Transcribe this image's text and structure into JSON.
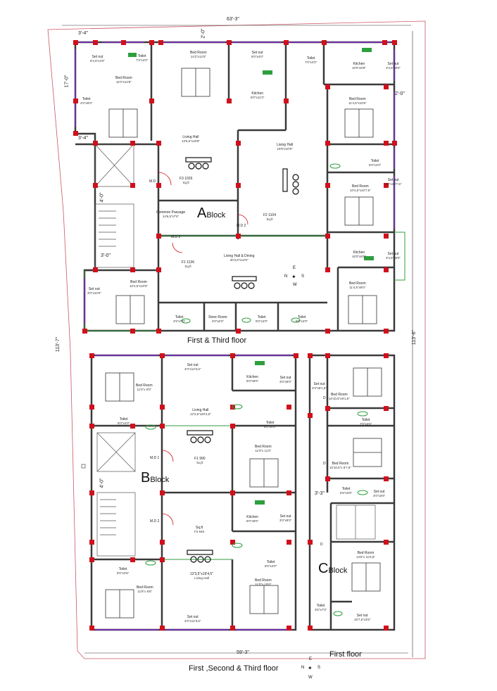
{
  "dimensions": {
    "top_width": "63'-3\"",
    "bottom_width": "59'-3\"",
    "left_height": "113'-7\"",
    "right_height": "113'-6\"",
    "top_left_1": "3'-4\"",
    "top_left_2": "2'-0\"",
    "left_side_1": "17'-0\"",
    "left_side_2": "3'-4\"",
    "right_side": "2'-0\"",
    "stair_1": "4'-0\"",
    "stair_2": "3'-0\"",
    "stair_b": "4'-0\"",
    "c_block_dim": "3'-3\""
  },
  "block_a": {
    "title_letter": "A",
    "title_word": "Block",
    "caption": "First & Third floor",
    "rooms": {
      "setout1": {
        "name": "Set out",
        "size": "8'4,5\"x4'0\""
      },
      "toilet1": {
        "name": "Toilet",
        "size": "7'3\"x4'0\""
      },
      "bedroom1": {
        "name": "Bed Room",
        "size": "14'2\"x12'0\""
      },
      "setout2": {
        "name": "Set out",
        "size": "8'0\"x4'0\""
      },
      "toilet2": {
        "name": "Toilet",
        "size": "7'0\"x4'0\""
      },
      "kitchen1": {
        "name": "Kitchen",
        "size": "10'0\"x8'8\""
      },
      "setout3": {
        "name": "Set out",
        "size": "3'4,5\"x8'0\""
      },
      "bedroom2": {
        "name": "Bed Room",
        "size": "11'0\"x14'8\""
      },
      "toilet3": {
        "name": "Toilet",
        "size": "4'0\"x8'0\""
      },
      "kitchen2": {
        "name": "Kitchen",
        "size": "8'0\"x11'3\""
      },
      "bedroom3": {
        "name": "Bed Room",
        "size": "11'4,5\"x10'6\""
      },
      "living1": {
        "name": "Living Hall",
        "size": "13'6,5\"x16'8\""
      },
      "living2": {
        "name": "Living Hall",
        "size": "15'9\"x10'9\""
      },
      "toilet4": {
        "name": "Toilet",
        "size": "8'0\"x4'0\""
      },
      "setout4": {
        "name": "Set out",
        "size": "3'0\"x10'7,5\""
      },
      "f3": {
        "name": "F3 1026",
        "size": "Sq,ft"
      },
      "md1": {
        "name": "M.D",
        "size": ""
      },
      "bedroom4": {
        "name": "Bed Room",
        "size": "10'4,5\"x10'7,5\""
      },
      "passage": {
        "name": "Common Passage",
        "size": "14'6,5\"x7'5\""
      },
      "f2": {
        "name": "F2 1104",
        "size": "Sq,ft"
      },
      "md2": {
        "name": "M.D 2",
        "size": ""
      },
      "md3": {
        "name": "M.D 3",
        "size": ""
      },
      "kitchen3": {
        "name": "Kitchen",
        "size": "10'0\"x8'0\""
      },
      "setout5": {
        "name": "Set out",
        "size": "3'4,5\"x8'0\""
      },
      "f1": {
        "name": "F1 1136",
        "size": "Sq,ft"
      },
      "living3": {
        "name": "Living Hall & Dining",
        "size": "30'3,5\"x12'0\""
      },
      "bedroom5": {
        "name": "Bed Room",
        "size": "10'4,5\"x10'0\""
      },
      "setout6": {
        "name": "Set out",
        "size": "3'0\"x10'0\""
      },
      "bedroom6": {
        "name": "Bed Room",
        "size": "11'4,5\"x9'0\""
      },
      "toilet5": {
        "name": "Toilet",
        "size": "4'5\"x7'0\""
      },
      "store": {
        "name": "Store Room",
        "size": "4'0\"x6'3\""
      },
      "toilet6": {
        "name": "Toilet",
        "size": "8'0\"x4'0\""
      },
      "toilet7": {
        "name": "Toilet",
        "size": "8'0\"x4'0\""
      }
    }
  },
  "block_b": {
    "title_letter": "B",
    "title_word": "Block",
    "rooms": {
      "setout1": {
        "name": "Set out",
        "size": "4'0\"x12'3,5\""
      },
      "kitchen1": {
        "name": "Kitchen",
        "size": "8'0\"x9'0\""
      },
      "setout2": {
        "name": "Set out",
        "size": "3'0\"x9'0\""
      },
      "bedroom1": {
        "name": "Bed Room",
        "size": "11'0\"x 9'0\""
      },
      "living1": {
        "name": "Living Hall",
        "size": "12'3,5\"x20'4,5\""
      },
      "toilet1": {
        "name": "Toilet",
        "size": "8'0\"x4'0\""
      },
      "toilet2": {
        "name": "Toilet",
        "size": "8'0\"x4'0\""
      },
      "bedroom2": {
        "name": "Bed Room",
        "size": "11'0\"x 11'0\""
      },
      "f1": {
        "name": "F1 990",
        "size": "Sq,ft"
      },
      "md1": {
        "name": "M.D 1",
        "size": ""
      },
      "kitchen2": {
        "name": "Kitchen",
        "size": "8'0\"x9'0\""
      },
      "setout3": {
        "name": "Set out",
        "size": "3'0\"x9'0\""
      },
      "md2": {
        "name": "M.D 2",
        "size": ""
      },
      "f2": {
        "name": "Sq,ft",
        "size": "F2 945"
      },
      "toilet3": {
        "name": "Toilet",
        "size": "8'0\"x3'6\""
      },
      "toilet4": {
        "name": "Toilet",
        "size": "8'0\"x4'0\""
      },
      "living2": {
        "name": "12'3,5\"x19'4,5\"",
        "size": "Living Hall"
      },
      "bedroom3": {
        "name": "Bed Room",
        "size": "11'0\"x 10'0\""
      },
      "bedroom4": {
        "name": "Bed Room",
        "size": "11'8\"x 8'6\""
      },
      "setout4": {
        "name": "Set out",
        "size": "4'0\"x12'3,5\""
      }
    }
  },
  "block_c": {
    "title_letter": "C",
    "title_word": "Block",
    "caption": "First floor",
    "rooms": {
      "setout1": {
        "name": "Set out",
        "size": "3'3\"x9'1,5\""
      },
      "bedroom1": {
        "name": "Bed Room",
        "size": "10'10,5\"x9'1,5\""
      },
      "toilet1": {
        "name": "Toilet",
        "size": "7'0\"x3'6\""
      },
      "bedroom2": {
        "name": "Bed Room",
        "size": "10'10,5\"x 8'7,5\""
      },
      "d1": {
        "name": "D",
        "size": ""
      },
      "d2": {
        "name": "D",
        "size": ""
      },
      "toilet2": {
        "name": "Toilet",
        "size": "6'6\"x3'6\""
      },
      "setout2": {
        "name": "Set out",
        "size": "4'0\"x3'6\""
      },
      "d3": {
        "name": "D",
        "size": ""
      },
      "bedroom3": {
        "name": "Bed Room",
        "size": "14'6\"x 11'5,5\""
      },
      "toilet3": {
        "name": "Toilet",
        "size": "3'6\"x7'0\""
      },
      "setout3": {
        "name": "Set out",
        "size": "10'7,5\"x3'6\""
      }
    }
  },
  "bottom_caption": "First ,Second & Third floor",
  "compass": {
    "n": "N",
    "s": "S",
    "e": "E",
    "w": "W"
  },
  "colors": {
    "wall": "#3a3a3a",
    "column": "#d0101c",
    "window": "#8a2be2",
    "green": "#2e9e3e",
    "cyan": "#17b3c1"
  }
}
